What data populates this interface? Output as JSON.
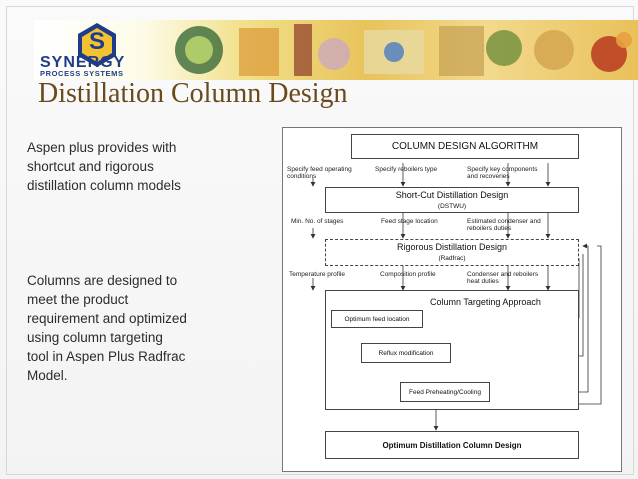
{
  "logo": {
    "line1": "SYNERGY",
    "line2": "PROCESS SYSTEMS",
    "letter": "S"
  },
  "slide": {
    "title": "Distillation Column Design",
    "para1": "Aspen plus provides with shortcut and rigorous distillation column models",
    "para2": "Columns are designed to meet the product requirement and optimized using column targeting tool in Aspen Plus Radfrac Model."
  },
  "diagram": {
    "algorithm": "COLUMN DESIGN ALGORITHM",
    "in1": "Specify feed operating conditions",
    "in2": "Specify reboilers type",
    "in3": "Specify key components and recoveries",
    "shortcut_title": "Short-Cut Distillation Design",
    "shortcut_sub": "(DSTWU)",
    "out1": "Min. No. of stages",
    "out2": "Feed stage location",
    "out3": "Estimated condenser and reboilers duties",
    "rigorous_title": "Rigorous Distillation Design",
    "rigorous_sub": "(Radfrac)",
    "out4": "Temperature profile",
    "out5": "Composition profile",
    "out6": "Condenser and reboilers heat duties",
    "targeting": "Column Targeting Approach",
    "step1": "Optimum feed location",
    "step2": "Reflux modification",
    "step3": "Feed Preheating/Cooling",
    "final": "Optimum Distillation Column Design"
  },
  "colors": {
    "title": "#6a4a1c",
    "logo_blue": "#1f3c8a",
    "logo_gold": "#f2c230"
  }
}
